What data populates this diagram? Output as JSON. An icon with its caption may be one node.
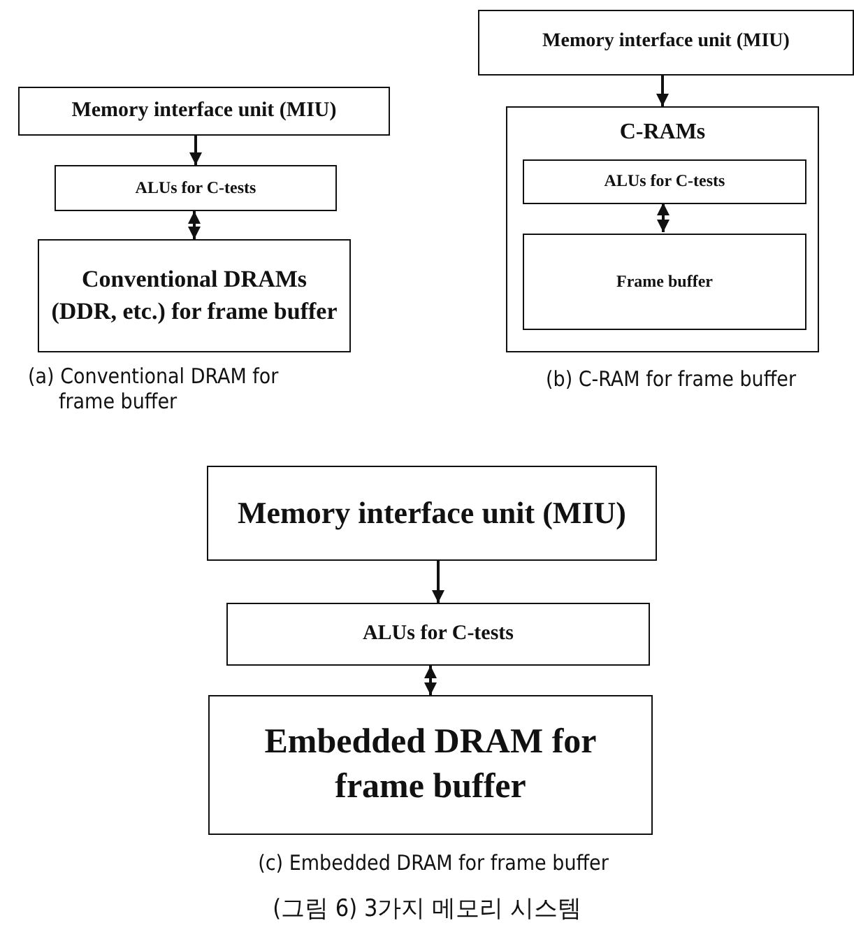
{
  "diagram": {
    "caption": "(그림 6) 3가지 메모리 시스템",
    "nodes": [
      {
        "text": [
          "Memory interface unit (MIU)"
        ]
      },
      {
        "text": [
          "ALUs for C-tests"
        ]
      },
      {
        "text": [
          "Conventional DRAMs (DDR, etc.) for frame buffer"
        ]
      },
      {
        "text": [
          "Memory interface unit (MIU)"
        ]
      },
      {
        "text": [
          "C-RAMs"
        ]
      },
      {
        "text": [
          "ALUs for C-tests"
        ],
        "in": 4
      },
      {
        "text": [
          "Frame buffer"
        ],
        "in": 4
      },
      {
        "text": [
          "Memory interface unit (MIU)"
        ]
      },
      {
        "text": [
          "ALUs for C-tests"
        ]
      },
      {
        "text": [
          "Embedded DRAM for frame buffer"
        ]
      }
    ],
    "edges": [
      {
        "from": 0,
        "to": 1,
        "arrow": "to"
      },
      {
        "from": 1,
        "to": 2,
        "arrow": "both"
      },
      {
        "from": 3,
        "to": 4,
        "arrow": "to"
      },
      {
        "from": 5,
        "to": 6,
        "arrow": "both"
      },
      {
        "from": 7,
        "to": 8,
        "arrow": "to"
      },
      {
        "from": 8,
        "to": 9,
        "arrow": "both"
      }
    ],
    "labels": [
      "(a) Conventional DRAM for frame buffer",
      "(b) C-RAM for frame buffer",
      "(c) Embedded DRAM for frame buffer"
    ]
  }
}
